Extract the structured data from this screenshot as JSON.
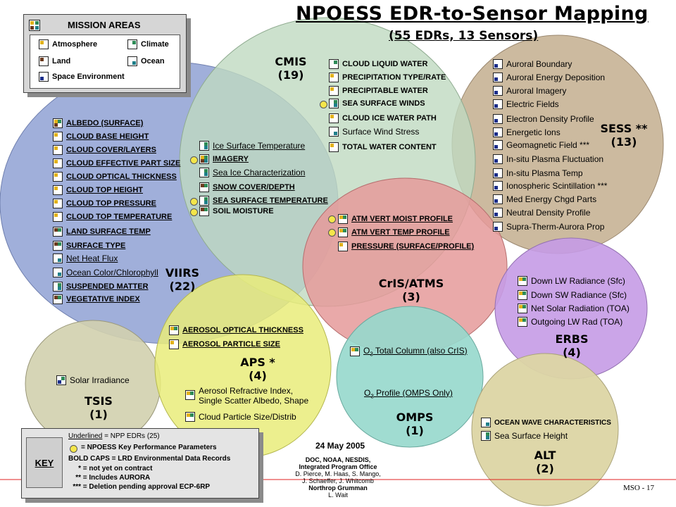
{
  "title": "NPOESS EDR-to-Sensor Mapping",
  "subtitle": "(55 EDRs, 13 Sensors)",
  "colors": {
    "viirs": "#8fa1d4",
    "cmis": "#bfd9c1",
    "sess": "#c7b395",
    "crisatms": "#e59a9a",
    "aps": "#e9ec7a",
    "tsis": "#d2d0ae",
    "erbs": "#c59be6",
    "omps": "#96d8cc",
    "alt": "#dcd5a4",
    "kpp_dot": "#f4e64a"
  },
  "mission_areas": {
    "title": "MISSION AREAS",
    "items": [
      {
        "label": "Atmosphere",
        "icon": "atmosphere-icon"
      },
      {
        "label": "Climate",
        "icon": "climate-icon"
      },
      {
        "label": "Land",
        "icon": "land-icon"
      },
      {
        "label": "Ocean",
        "icon": "ocean-icon"
      },
      {
        "label": "Space Environment",
        "icon": "space-environment-icon"
      }
    ]
  },
  "sensors": {
    "viirs": {
      "name": "VIIRS",
      "count": "(22)"
    },
    "cmis": {
      "name": "CMIS",
      "count": "(19)"
    },
    "sess": {
      "name": "SESS **",
      "count": "(13)"
    },
    "crisatms": {
      "name": "CrIS/ATMS",
      "count": "(3)"
    },
    "aps": {
      "name": "APS *",
      "count": "(4)"
    },
    "tsis": {
      "name": "TSIS",
      "count": "(1)"
    },
    "erbs": {
      "name": "ERBS",
      "count": "(4)"
    },
    "omps": {
      "name": "OMPS",
      "count": "(1)"
    },
    "alt": {
      "name": "ALT",
      "count": "(2)"
    }
  },
  "viirs_edrs": [
    "ALBEDO (SURFACE)",
    "CLOUD BASE HEIGHT",
    "CLOUD COVER/LAYERS",
    "CLOUD EFFECTIVE PART SIZE",
    "CLOUD OPTICAL THICKNESS",
    "CLOUD TOP HEIGHT",
    "CLOUD TOP PRESSURE",
    "CLOUD TOP TEMPERATURE",
    "LAND SURFACE TEMP",
    "SURFACE TYPE",
    "Net Heat Flux",
    "Ocean Color/Chlorophyll",
    "SUSPENDED MATTER",
    "VEGETATIVE INDEX"
  ],
  "shared_edrs": [
    "Ice Surface Temperature",
    "IMAGERY",
    "Sea Ice Characterization",
    "SNOW COVER/DEPTH",
    "SEA SURFACE TEMPERATURE",
    "SOIL MOISTURE"
  ],
  "cmis_edrs": [
    "CLOUD LIQUID WATER",
    "PRECIPITATION TYPE/RATE",
    "PRECIPITABLE WATER",
    "SEA SURFACE WINDS",
    "CLOUD ICE WATER PATH",
    "Surface Wind Stress",
    "TOTAL WATER CONTENT"
  ],
  "sess_edrs": [
    "Auroral Boundary",
    "Auroral Energy Deposition",
    "Auroral Imagery",
    "Electric Fields",
    "Electron Density Profile",
    "Energetic Ions",
    "Geomagnetic Field ***",
    "In-situ Plasma Fluctuation",
    "In-situ Plasma Temp",
    "Ionospheric Scintillation ***",
    "Med Energy Chgd Parts",
    "Neutral Density Profile",
    "Supra-Therm-Aurora Prop"
  ],
  "crisatms_edrs": [
    "ATM VERT MOIST PROFILE",
    "ATM VERT TEMP PROFILE",
    "PRESSURE (SURFACE/PROFILE)"
  ],
  "aps_edrs": [
    "AEROSOL OPTICAL THICKNESS",
    "AEROSOL PARTICLE SIZE",
    "Aerosol Refractive Index,",
    "Single Scatter Albedo, Shape",
    "Cloud Particle Size/Distrib"
  ],
  "tsis_edrs": [
    "Solar Irradiance"
  ],
  "erbs_edrs": [
    "Down LW Radiance (Sfc)",
    "Down SW Radiance (Sfc)",
    "Net Solar Radiation (TOA)",
    "Outgoing LW Rad (TOA)"
  ],
  "omps_edrs": {
    "total_pre": "O",
    "total_sub": "3",
    "total_post": " Total Column (also CrIS)",
    "profile_pre": "O",
    "profile_sub": "3",
    "profile_post": " Profile (OMPS Only)"
  },
  "alt_edrs": [
    "OCEAN WAVE CHARACTERISTICS",
    "Sea Surface Height"
  ],
  "key": {
    "title": "KEY",
    "underlined": "Underlined",
    "underlined_def": " = NPP EDRs (25)",
    "kpp": "= NPOESS Key Performance Parameters",
    "bold_caps": "BOLD CAPS = LRD Environmental Data Records",
    "one_star": "*",
    "one_star_def": "= not yet on contract",
    "two_star": "**",
    "two_star_def": "= Includes AURORA",
    "three_star": "***",
    "three_star_def": "= Deletion pending approval ECP-6RP"
  },
  "date": "24 May 2005",
  "credits": {
    "line1": "DOC, NOAA, NESDIS,",
    "line2": "Integrated Program Office",
    "line3": "D. Pierce, M. Haas, S. Mango,",
    "line4": "J. Schaeffer, J. Whitcomb",
    "line5": "Northrop Grumman",
    "line6": "L. Wait"
  },
  "slide_number": "MSO - 17"
}
